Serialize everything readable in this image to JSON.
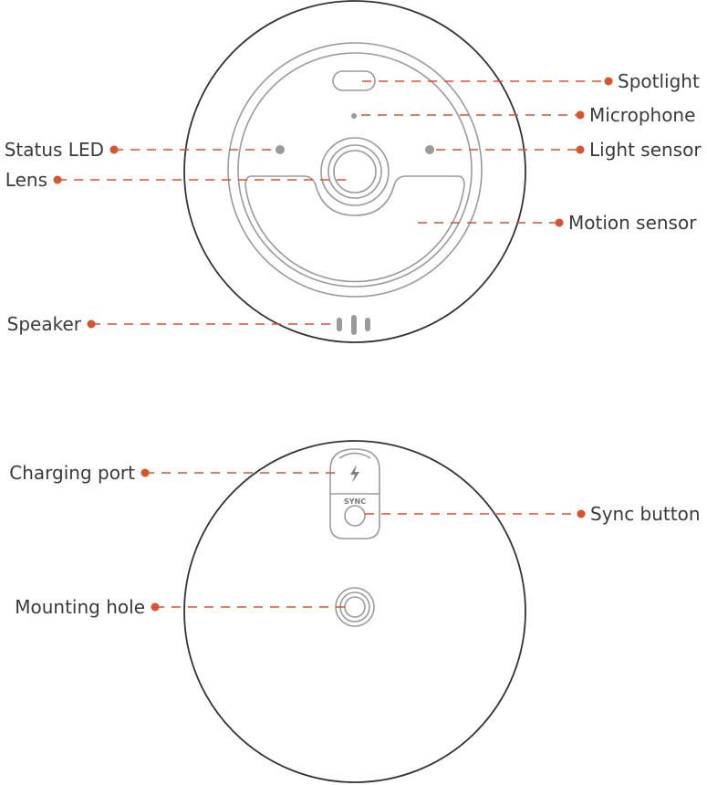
{
  "front_view": {
    "labels": {
      "spotlight": "Spotlight",
      "microphone": "Microphone",
      "status_led": "Status LED",
      "light_sensor": "Light sensor",
      "lens": "Lens",
      "motion_sensor": "Motion sensor",
      "speaker": "Speaker"
    }
  },
  "back_view": {
    "labels": {
      "charging_port": "Charging port",
      "sync_button": "Sync button",
      "mounting_hole": "Mounting hole"
    },
    "sync_text": "SYNC"
  },
  "colors": {
    "accent": "#d9532c",
    "outline": "#333333",
    "part": "#9a9a9a",
    "text": "#3a3a3a"
  }
}
